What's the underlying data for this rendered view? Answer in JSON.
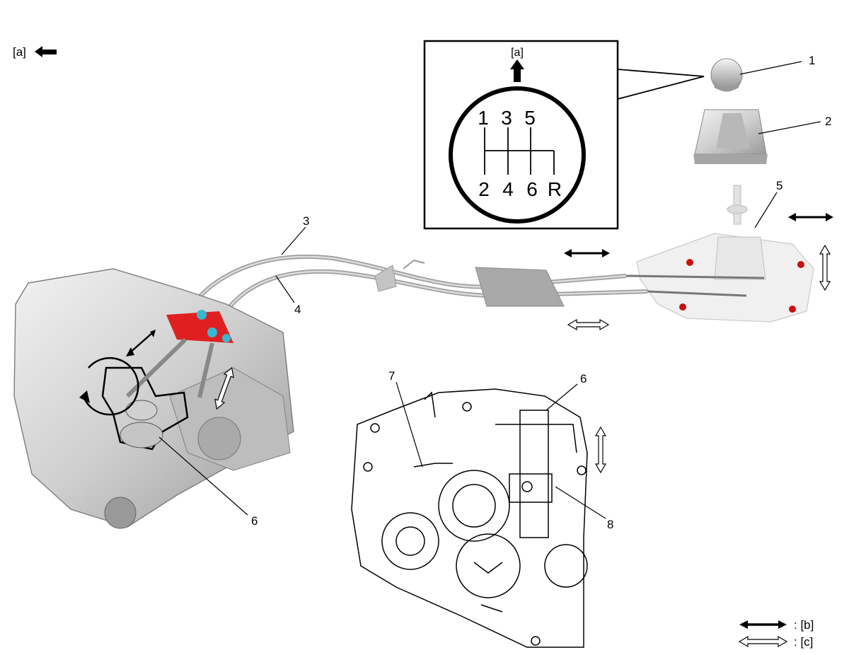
{
  "direction_label": "[a]",
  "inset": {
    "direction_label": "[a]",
    "shift_pattern": {
      "top_row": [
        "1",
        "3",
        "5"
      ],
      "bottom_row": [
        "2",
        "4",
        "6",
        "R"
      ]
    }
  },
  "callouts": {
    "n1": "1",
    "n2": "2",
    "n3": "3",
    "n4": "4",
    "n5": "5",
    "n6_main": "6",
    "n6_detail": "6",
    "n7": "7",
    "n8": "8"
  },
  "legend": {
    "solid_arrow_label": ": [b]",
    "hollow_arrow_label": ": [c]"
  },
  "colors": {
    "line": "#000000",
    "part_fill": "#d9d9d9",
    "part_shade": "#a8a8a8",
    "highlight_red": "#e02020",
    "highlight_cyan": "#36b8d0",
    "bolt_red": "#c81010"
  }
}
